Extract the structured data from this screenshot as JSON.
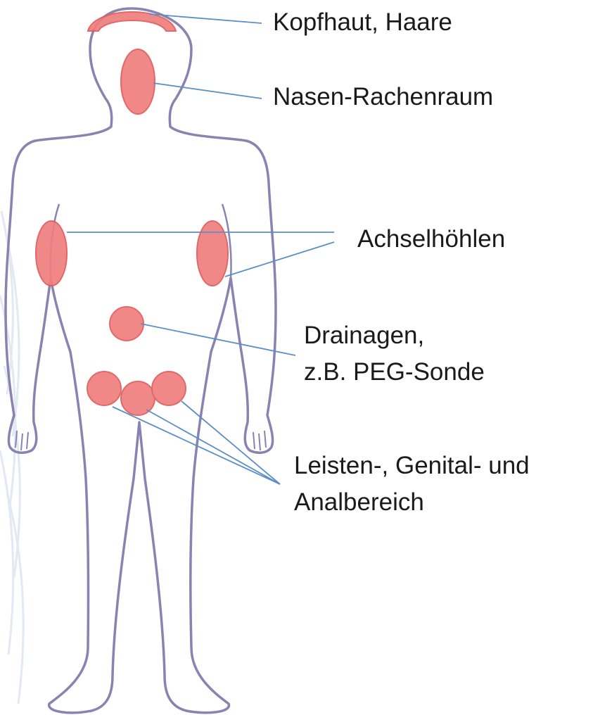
{
  "colors": {
    "body_outline": "#8a82b0",
    "zone_fill": "#f07e7e",
    "zone_stroke": "#e05c5c",
    "leader_line": "#5b8fc7",
    "background_stripes": "#dfe6f3",
    "text": "#1a1a1a"
  },
  "labels": {
    "scalp": "Kopfhaut, Haare",
    "nasopharynx": "Nasen-Rachenraum",
    "axillae": "Achselhöhlen",
    "drainage": {
      "line1": "Drainagen,",
      "line2": "z.B. PEG-Sonde"
    },
    "groin": {
      "line1": "Leisten-, Genital- und",
      "line2": "Analbereich"
    }
  }
}
